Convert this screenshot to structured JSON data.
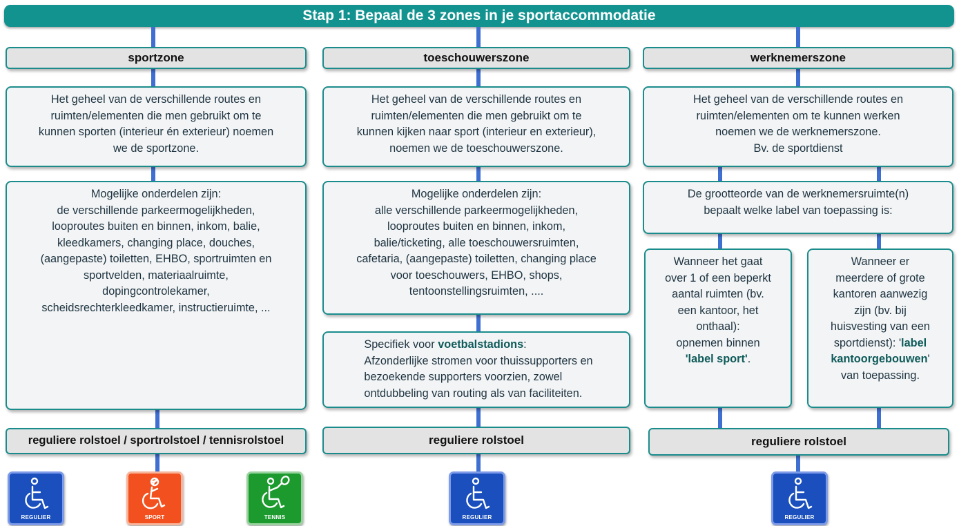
{
  "title": "Stap 1: Bepaal de 3 zones in je sportaccommodatie",
  "columns": [
    {
      "header": "sportzone",
      "definition": "Het geheel van de verschillende routes en\nruimten/elementen die men gebruikt om te\nkunnen sporten (interieur én exterieur) noemen\nwe de sportzone.",
      "parts": "Mogelijke onderdelen zijn:\nde verschillende parkeermogelijkheden,\nlooproutes buiten en binnen, inkom, balie,\nkleedkamers, changing place, douches,\n(aangepaste) toiletten, EHBO, sportruimten en\nsportvelden, materiaalruimte,\ndopingcontrolekamer,\nscheidsrechterkleedkamer, instructieruimte,  ...",
      "footer": "reguliere rolstoel / sportrolstoel / tennisrolstoel",
      "icons": [
        {
          "label": "REGULIER",
          "color": "#1a4fbd",
          "icon": "wheelchair-icon"
        },
        {
          "label": "SPORT",
          "color": "#f2511f",
          "icon": "sport-wheelchair-icon"
        },
        {
          "label": "TENNIS",
          "color": "#1c9a2e",
          "icon": "tennis-wheelchair-icon"
        }
      ]
    },
    {
      "header": "toeschouwerszone",
      "definition": "Het geheel van de verschillende routes en\nruimten/elementen die men gebruikt om te\nkunnen kijken naar sport (interieur en exterieur),\nnoemen we de toeschouwerszone.",
      "parts": "Mogelijke onderdelen zijn:\nalle verschillende parkeermogelijkheden,\nlooproutes buiten en binnen, inkom,\nbalie/ticketing, alle toeschouwersruimten,\ncafetaria, (aangepaste) toiletten, changing place\nvoor toeschouwers, EHBO, shops,\ntentoonstellingsruimten, ....",
      "special_prefix": "Specifiek voor ",
      "special_bold": "voetbalstadions",
      "special_suffix": ":",
      "special_body": "Afzonderlijke stromen voor thuissupporters en\nbezoekende supporters voorzien, zowel\nontdubbeling van routing als van faciliteiten.",
      "footer": "reguliere rolstoel",
      "icons": [
        {
          "label": "REGULIER",
          "color": "#1a4fbd",
          "icon": "wheelchair-icon"
        }
      ]
    },
    {
      "header": "werknemerszone",
      "definition": "Het geheel van de verschillende routes en\nruimten/elementen om te kunnen werken\nnoemen we de werknemerszone.\nBv. de sportdienst",
      "size_rule": "De grootteorde van de werknemersruimte(n)\nbepaalt welke label van toepassing is:",
      "small_case_pre": "Wanneer het gaat\nover 1 of een beperkt\naantal ruimten (bv.\neen kantoor, het\nonthaal):\nopnemen binnen\n",
      "small_case_bold": "'label sport'",
      "small_case_post": ".",
      "large_case_pre": "Wanneer er\nmeerdere of grote\nkantoren aanwezig\nzijn (bv. bij\nhuisvesting van een\nsportdienst): '",
      "large_case_bold": "label\nkantoorgebouwen",
      "large_case_post": "'\nvan toepassing.",
      "footer": "reguliere rolstoel",
      "icons": [
        {
          "label": "REGULIER",
          "color": "#1a4fbd",
          "icon": "wheelchair-icon"
        }
      ]
    }
  ]
}
